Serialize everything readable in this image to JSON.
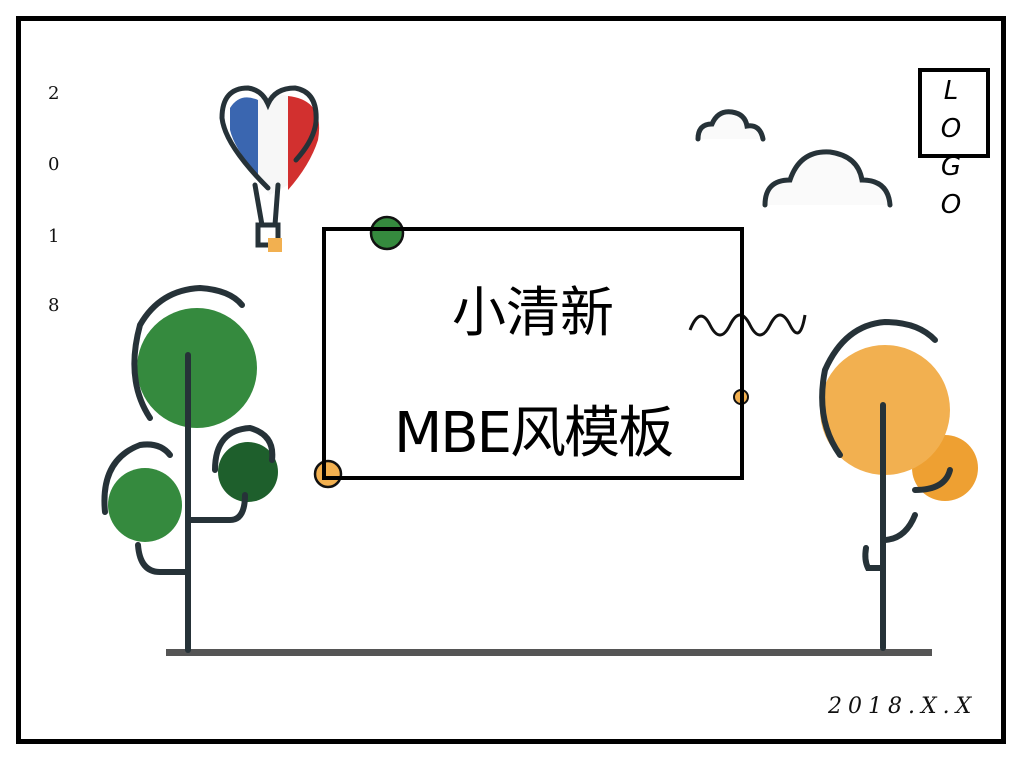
{
  "slide": {
    "year_digits": [
      "2",
      "0",
      "1",
      "8"
    ],
    "logo": {
      "line1": "L O",
      "line2": "G O"
    },
    "title_line1": "小清新",
    "title_line2": "MBE风模板",
    "date": "2018.X.X"
  },
  "colors": {
    "green": "#358a3e",
    "dark_green": "#1e5f2c",
    "orange": "#f2b050",
    "deep_orange": "#eea032",
    "outline": "#263238",
    "flag_blue": "#3a66b0",
    "flag_red": "#d2302f",
    "ground": "#555555"
  }
}
